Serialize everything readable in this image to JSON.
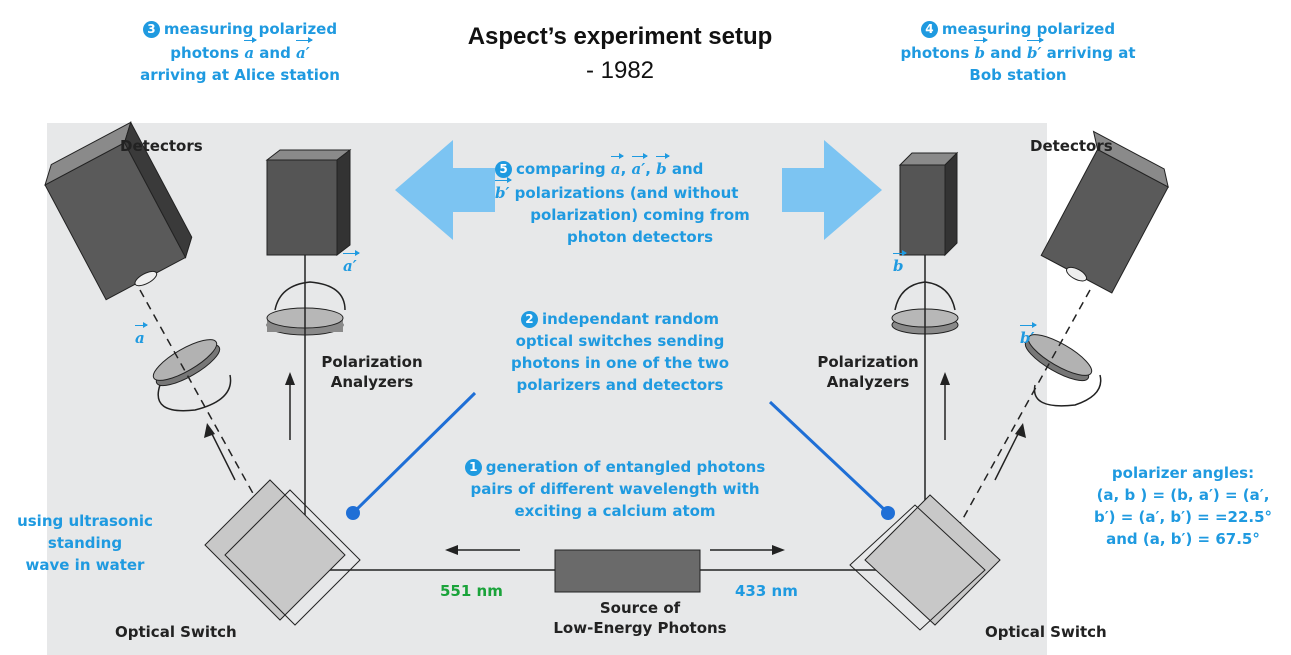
{
  "title": {
    "bold": "Aspect’s experiment setup",
    "rest": " - 1982"
  },
  "annotations": {
    "a3": {
      "num": "3",
      "text1": "measuring polarized",
      "text2a": "photons ",
      "v1": "a",
      "mid": " and ",
      "v2": "a′",
      "text3": "arriving  at Alice station"
    },
    "a4": {
      "num": "4",
      "text1": "measuring polarized",
      "text2a": "photons ",
      "v1": "b",
      "mid": " and ",
      "v2": "b′",
      "text2b": " arriving  at",
      "text3": "Bob station"
    },
    "a5": {
      "num": "5",
      "line1": "comparing ",
      "va": "a",
      "vap": "a′",
      "vb": "b",
      "and": " and",
      "vbp": "b′",
      "line2": " polarizations (and without",
      "line3": "polarization) coming from",
      "line4": "photon detectors"
    },
    "a2": {
      "num": "2",
      "line1": "independant random",
      "line2": "optical switches sending",
      "line3": "photons in one of the two",
      "line4": "polarizers and detectors"
    },
    "a1": {
      "num": "1",
      "line1": "generation of entangled photons",
      "line2": "pairs of different wavelength with",
      "line3": "exciting a calcium atom"
    },
    "ultrasonic": [
      "using ultrasonic",
      "standing",
      "wave in water"
    ],
    "angles": {
      "title": "polarizer angles:",
      "line1": "(a, b ) = (b, a′) = (a′,",
      "line2": "b′) = (a′, b′) = =22.5°",
      "line3": "and (a, b′) = 67.5°"
    }
  },
  "labels": {
    "detectors_left": "Detectors",
    "detectors_right": "Detectors",
    "analyzers_left": [
      "Polarization",
      "Analyzers"
    ],
    "analyzers_right": [
      "Polarization",
      "Analyzers"
    ],
    "switch_left": "Optical Switch",
    "switch_right": "Optical Switch",
    "source": [
      "Source of",
      "Low-Energy Photons"
    ],
    "wl_left": "551 nm",
    "wl_right": "433 nm",
    "vec_a": "a",
    "vec_ap": "a′",
    "vec_b": "b",
    "vec_bp": "b′"
  },
  "colors": {
    "accent": "#1f9ae0",
    "arrow": "#7cc4f2",
    "green": "#1aa33a",
    "panel": "#e7e8e9"
  }
}
